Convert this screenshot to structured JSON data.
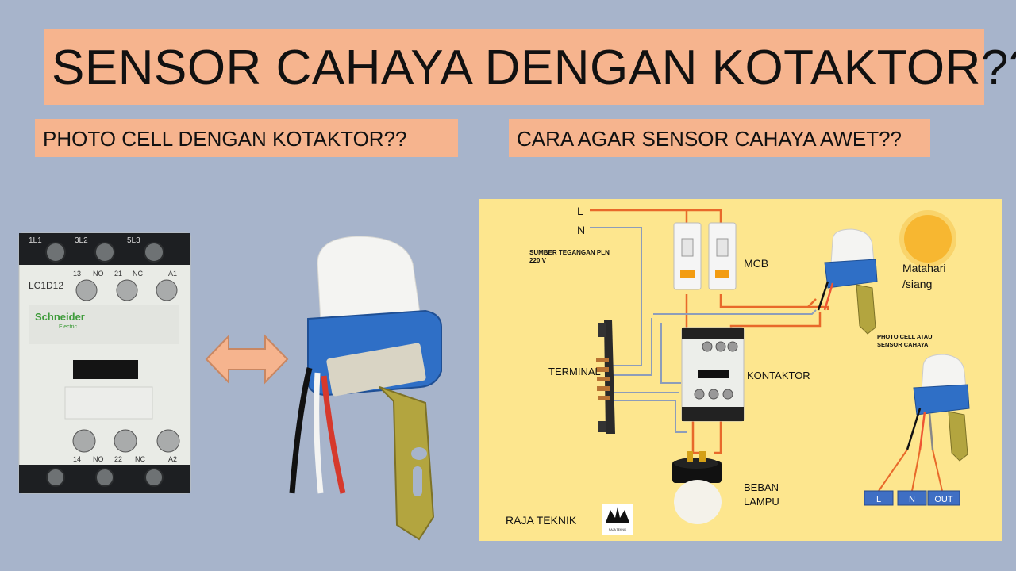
{
  "title": "SENSOR CAHAYA DENGAN KOTAKTOR??",
  "subtitle_left": "PHOTO CELL DENGAN KOTAKTOR??",
  "subtitle_right": "CARA AGAR SENSOR CAHAYA AWET??",
  "contactor_photo": {
    "top_terminals": [
      "1L1",
      "3L2",
      "5L3"
    ],
    "top_row_labels": [
      "13",
      "NO",
      "21",
      "NC",
      "A1"
    ],
    "model": "LC1D12",
    "brand": "Schneider",
    "brand_sub": "Electric",
    "bottom_row_labels": [
      "14",
      "NO",
      "22",
      "NC",
      "A2"
    ]
  },
  "diagram": {
    "line_l": "L",
    "line_n": "N",
    "source_line1": "SUMBER TEGANGAN PLN",
    "source_line2": "220 V",
    "mcb": "MCB",
    "sun_line1": "Matahari",
    "sun_line2": "/siang",
    "photocell_line1": "PHOTO CELL ATAU",
    "photocell_line2": "SENSOR CAHAYA",
    "terminal": "TERMINAL",
    "kontaktor": "KONTAKTOR",
    "load_line1": "BEBAN",
    "load_line2": "LAMPU",
    "brand": "RAJA TEKNIK",
    "logo_text": "RAJA TEKNIK",
    "outputs": [
      "L",
      "N",
      "OUT"
    ]
  },
  "colors": {
    "background": "#a7b4cb",
    "banner": "#f6b48e",
    "panel": "#fde68e",
    "wire_phase": "#e8692a",
    "wire_neutral": "#8d9dba",
    "sensor_blue": "#2f6fc6"
  }
}
